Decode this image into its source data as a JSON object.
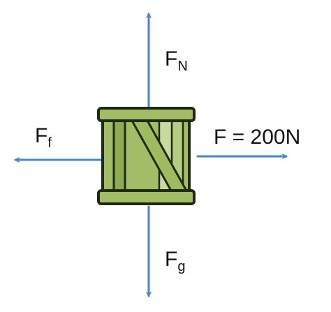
{
  "colors": {
    "arrow": "#4a86c5",
    "crate_dark": "#1f2a10",
    "crate_fill": "#a2bd65",
    "crate_light": "#c7dba0",
    "crate_mid": "#8dab52",
    "text": "#111111"
  },
  "forces": {
    "normal": {
      "symbol": "F",
      "subscript": "N",
      "direction": "up"
    },
    "gravity": {
      "symbol": "F",
      "subscript": "g",
      "direction": "down"
    },
    "friction": {
      "symbol": "F",
      "subscript": "f",
      "direction": "left"
    },
    "applied": {
      "text": "F = 200N",
      "direction": "right"
    }
  },
  "object": {
    "icon": "wooden-crate-icon"
  }
}
